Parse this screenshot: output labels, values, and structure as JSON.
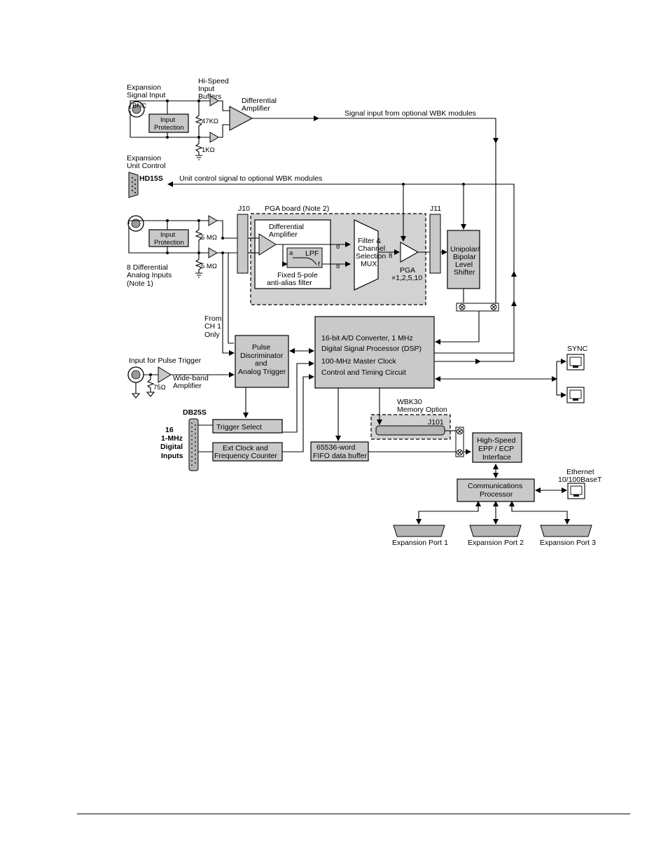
{
  "inputs": {
    "expansion_signal_input": [
      "Expansion",
      "Signal Input"
    ],
    "hi_speed_buffers": [
      "Hi-Speed",
      "Input",
      "Buffers"
    ],
    "differential_amplifier_top": [
      "Differential",
      "Amplifier"
    ],
    "input_protection": [
      "Input",
      "Protection"
    ],
    "r_47k": "47KΩ",
    "r_1k": "1KΩ",
    "bnc": "BNC",
    "signal_input_wbk": "Signal input from optional WBK modules",
    "expansion_unit_control": [
      "Expansion",
      "Unit Control"
    ],
    "hd15s": "HD15S",
    "unit_control_signal": "Unit control signal to optional WBK modules",
    "r_5m": "5 MΩ",
    "diff_analog_inputs": [
      "8 Differential",
      "Analog Inputs",
      "(Note 1)"
    ],
    "from_ch1": [
      "From",
      "CH 1",
      "Only"
    ],
    "pulse_trigger_input": "Input for Pulse Trigger",
    "wideband_amp": [
      "Wide-band",
      "Amplifier"
    ],
    "r_75": "75Ω"
  },
  "pga": {
    "board": "PGA board (Note 2)",
    "j10": "J10",
    "j11": "J11",
    "diff_amp": [
      "Differential",
      "Amplifier"
    ],
    "lpf": "LPF",
    "lpf_a": "a",
    "lpf_f": "f",
    "filter_caption": [
      "Fixed 5-pole",
      "anti-alias filter"
    ],
    "mux": [
      "Filter &",
      "Channel",
      "Selection",
      "MUX"
    ],
    "bus_width": "8",
    "pga_label": "PGA",
    "pga_gain": "×1,2,5,10",
    "shifter": [
      "Unipolar/",
      "Bipolar",
      "Level",
      "Shifter"
    ]
  },
  "core": {
    "pulse_disc": [
      "Pulse",
      "Discriminator",
      "and",
      "Analog Trigger"
    ],
    "adc": [
      "16-bit A/D Converter, 1 MHz",
      "Digital Signal Processor (DSP)",
      "100-MHz Master Clock",
      "Control and Timing Circuit"
    ],
    "db25s": "DB25S",
    "digital_inputs": [
      "16",
      "1-MHz",
      "Digital",
      "Inputs"
    ],
    "trigger_select": "Trigger Select",
    "ext_clock": [
      "Ext Clock and",
      "Frequency Counter"
    ],
    "fifo": [
      "65536-word",
      "FIFO data buffer"
    ],
    "wbk30": [
      "WBK30",
      "Memory Option"
    ],
    "j101": "J101",
    "epp": [
      "High-Speed",
      "EPP / ECP",
      "Interface"
    ],
    "comm": [
      "Communications",
      "Processor"
    ],
    "sync": "SYNC",
    "ethernet": [
      "Ethernet",
      "10/100BaseT"
    ],
    "ports": [
      "Expansion Port 1",
      "Expansion Port 2",
      "Expansion Port 3"
    ]
  }
}
